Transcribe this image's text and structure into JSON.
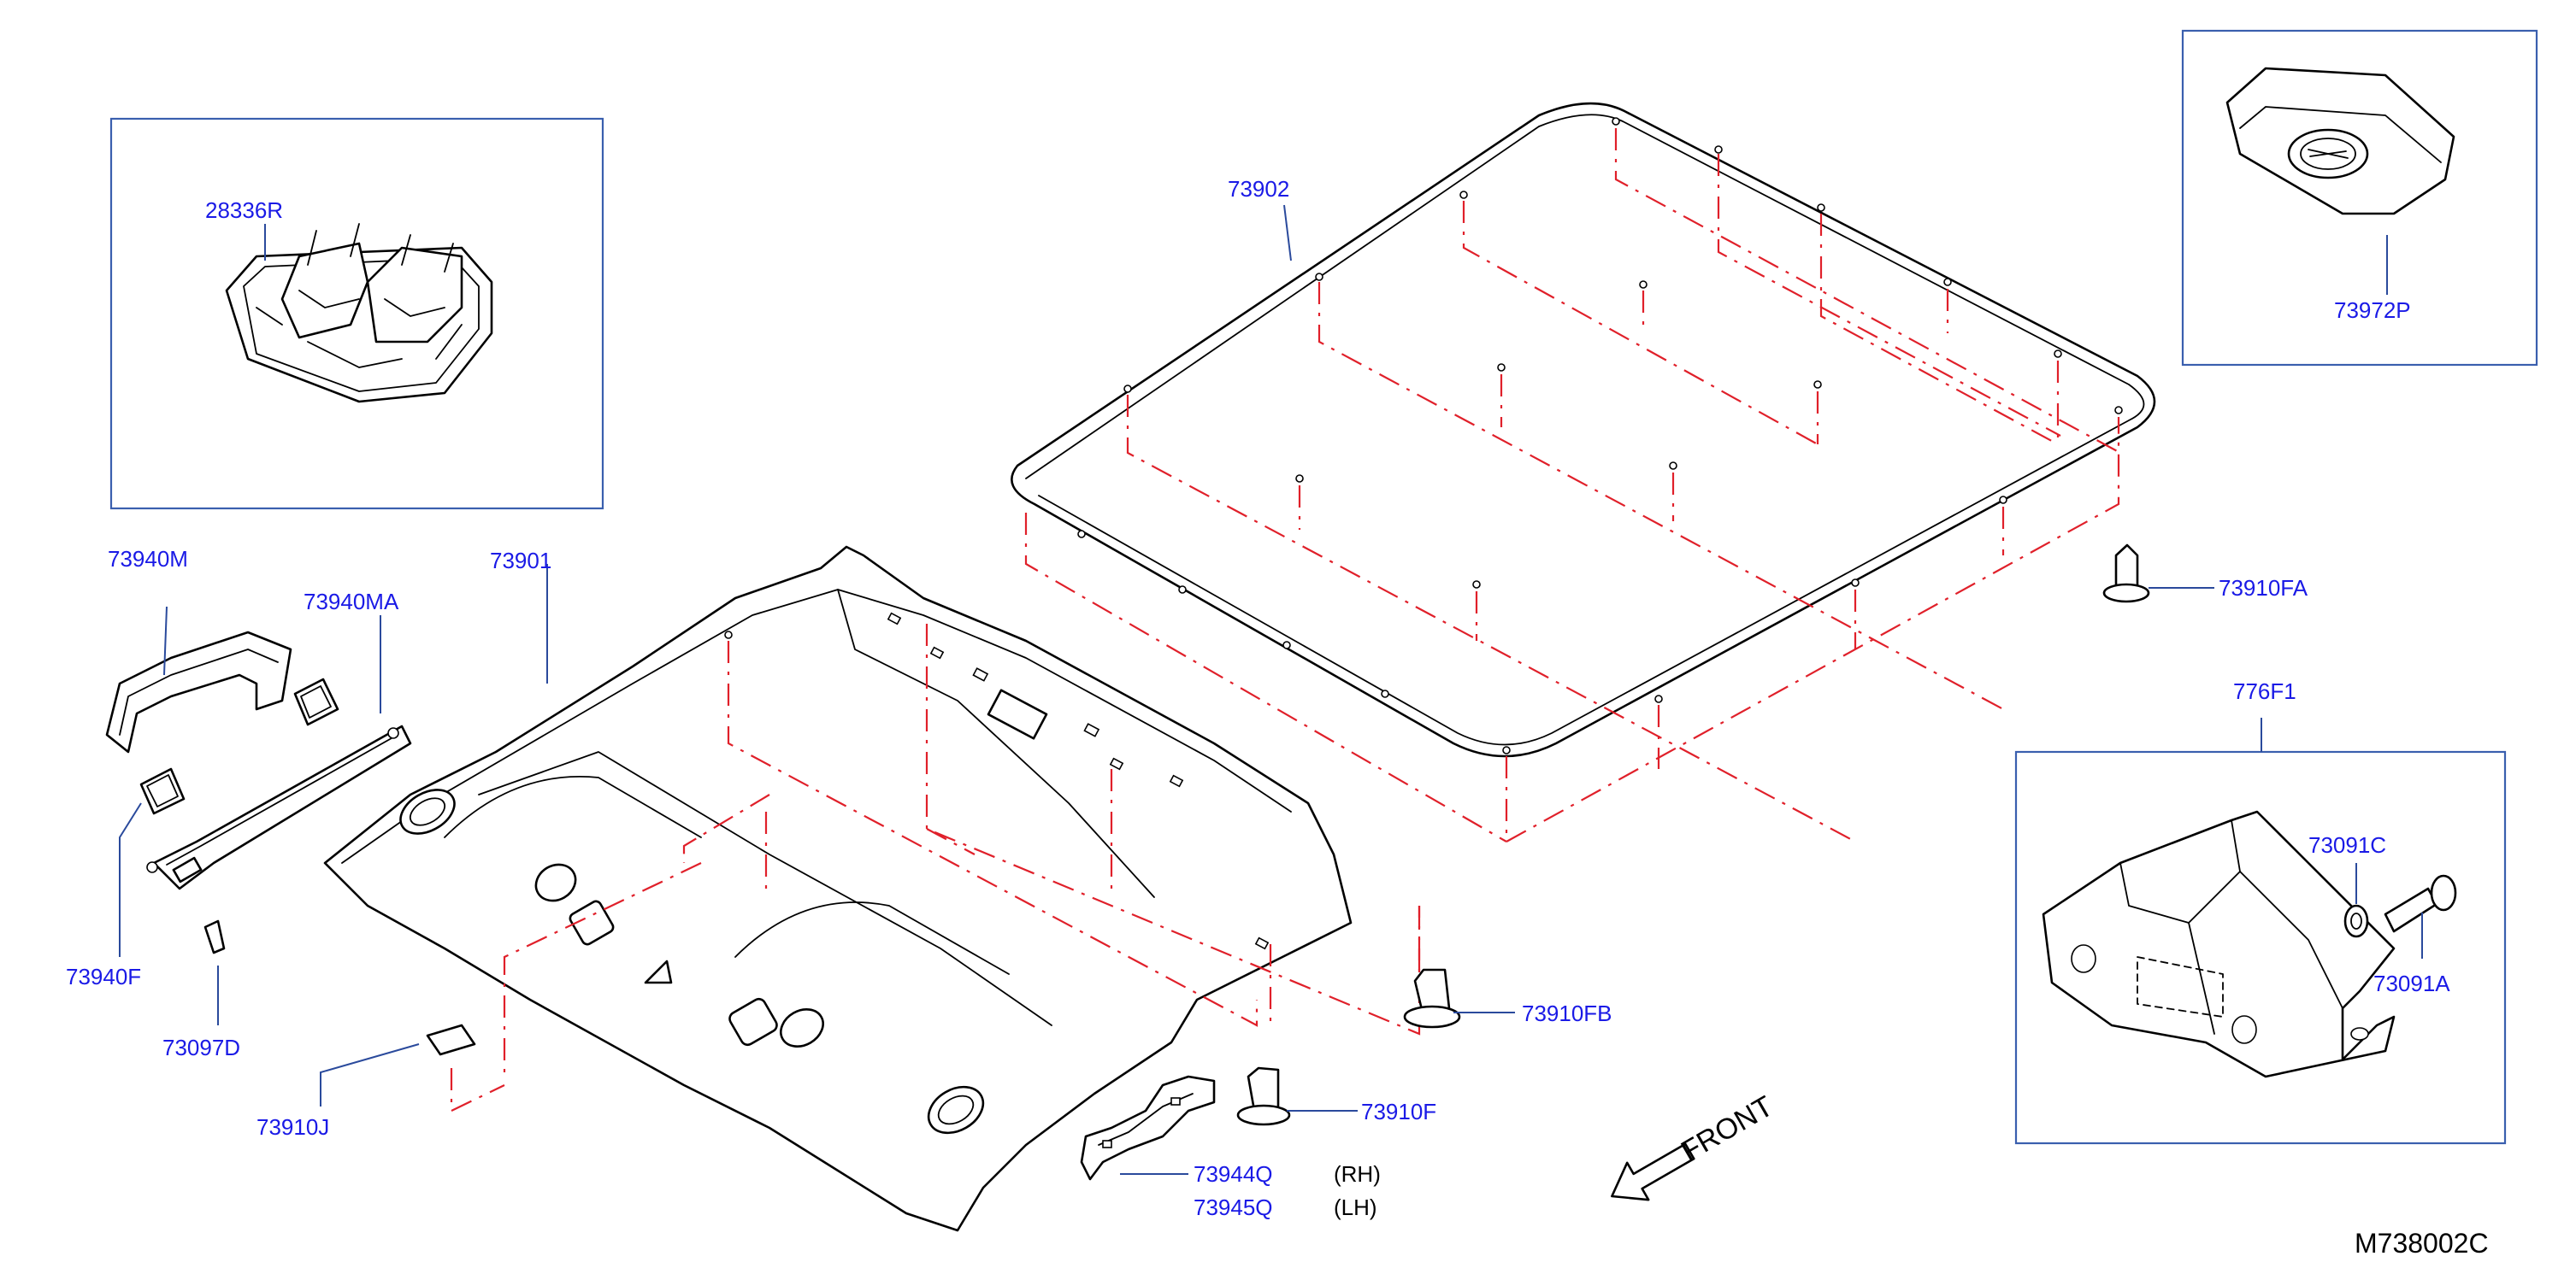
{
  "diagram_code": "M738002C",
  "direction_label": "FRONT",
  "side_labels": {
    "rh": "(RH)",
    "lh": "(LH)"
  },
  "parts": {
    "p73902": "73902",
    "p73972P": "73972P",
    "p28336R": "28336R",
    "p73940M": "73940M",
    "p73940MA": "73940MA",
    "p73901": "73901",
    "p73940F": "73940F",
    "p73097D": "73097D",
    "p73910J": "73910J",
    "p73910FA": "73910FA",
    "p776F1": "776F1",
    "p73091C": "73091C",
    "p73091A": "73091A",
    "p73910FB": "73910FB",
    "p73910F": "73910F",
    "p73944Q": "73944Q",
    "p73945Q": "73945Q"
  }
}
